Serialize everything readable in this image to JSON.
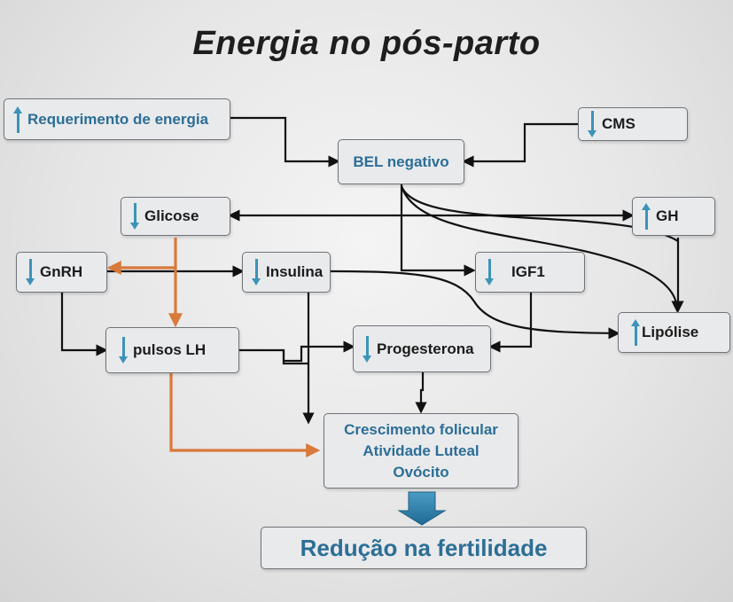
{
  "title": "Energia no pós-parto",
  "colors": {
    "arrow_black": "#111111",
    "arrow_orange": "#d9793a",
    "indicator_blue": "#3b93b8",
    "text_blue": "#2c6e96"
  },
  "nodes": {
    "requerimento": {
      "label": "Requerimento de energia",
      "indicator": "up"
    },
    "cms": {
      "label": "CMS",
      "indicator": "down"
    },
    "bel": {
      "label": "BEL negativo"
    },
    "glicose": {
      "label": "Glicose",
      "indicator": "down"
    },
    "gh": {
      "label": "GH",
      "indicator": "up"
    },
    "gnrh": {
      "label": "GnRH",
      "indicator": "down"
    },
    "insulina": {
      "label": "Insulina",
      "indicator": "down"
    },
    "igf1": {
      "label": "IGF1",
      "indicator": "down"
    },
    "lipolise": {
      "label": "Lipólise",
      "indicator": "up"
    },
    "pulsos_lh": {
      "label": "pulsos LH",
      "indicator": "down"
    },
    "progesterona": {
      "label": "Progesterona",
      "indicator": "down"
    },
    "crescimento": {
      "lines": [
        "Crescimento folicular",
        "Atividade Luteal",
        "Ovócito"
      ]
    },
    "reducao": {
      "label": "Redução na fertilidade"
    }
  }
}
